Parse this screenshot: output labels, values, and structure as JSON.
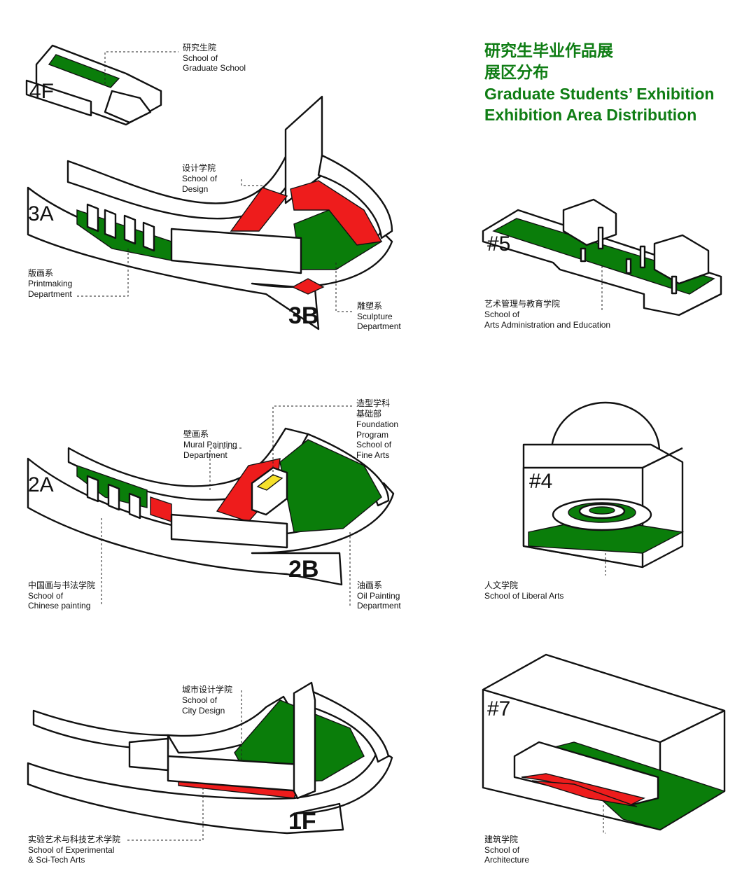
{
  "title": {
    "line1": "研究生毕业作品展",
    "line2": "展区分布",
    "line3": "Graduate Students’ Exhibition",
    "line4": "Exhibition Area Distribution"
  },
  "floors": {
    "f4": "4F",
    "f3a": "3A",
    "f3b": "3B",
    "f2a": "2A",
    "f2b": "2B",
    "f1": "1F",
    "b5": "#5",
    "b4": "#4",
    "b7": "#7"
  },
  "labels": {
    "graduate": [
      "研究生院",
      "School of",
      "Graduate School"
    ],
    "design": [
      "设计学院",
      "School of",
      "Design"
    ],
    "printmaking": [
      "版画系",
      "Printmaking",
      "Department"
    ],
    "sculpture": [
      "雕塑系",
      "Sculpture",
      "Department"
    ],
    "arts_admin": [
      "艺术管理与教育学院",
      "School of",
      "Arts Administration and Education"
    ],
    "foundation": [
      "造型学科",
      "基础部",
      "Foundation",
      "Program",
      "School of",
      "Fine Arts"
    ],
    "mural": [
      "壁画系",
      "Mural Painting",
      "Department"
    ],
    "chinese": [
      "中国画与书法学院",
      "School of",
      "Chinese painting"
    ],
    "oil": [
      "油画系",
      "Oil Painting",
      "Department"
    ],
    "liberal": [
      "人文学院",
      "School of Liberal Arts"
    ],
    "city": [
      "城市设计学院",
      "School of",
      "City Design"
    ],
    "experimental": [
      "实验艺术与科技艺术学院",
      "School of Experimental",
      "& Sci-Tech Arts"
    ],
    "architecture": [
      "建筑学院",
      "School of",
      "Architecture"
    ]
  },
  "colors": {
    "green": "#0a7d0a",
    "red": "#ee1c1c",
    "yellow": "#f5e02a",
    "title_green": "#0f7d14"
  }
}
